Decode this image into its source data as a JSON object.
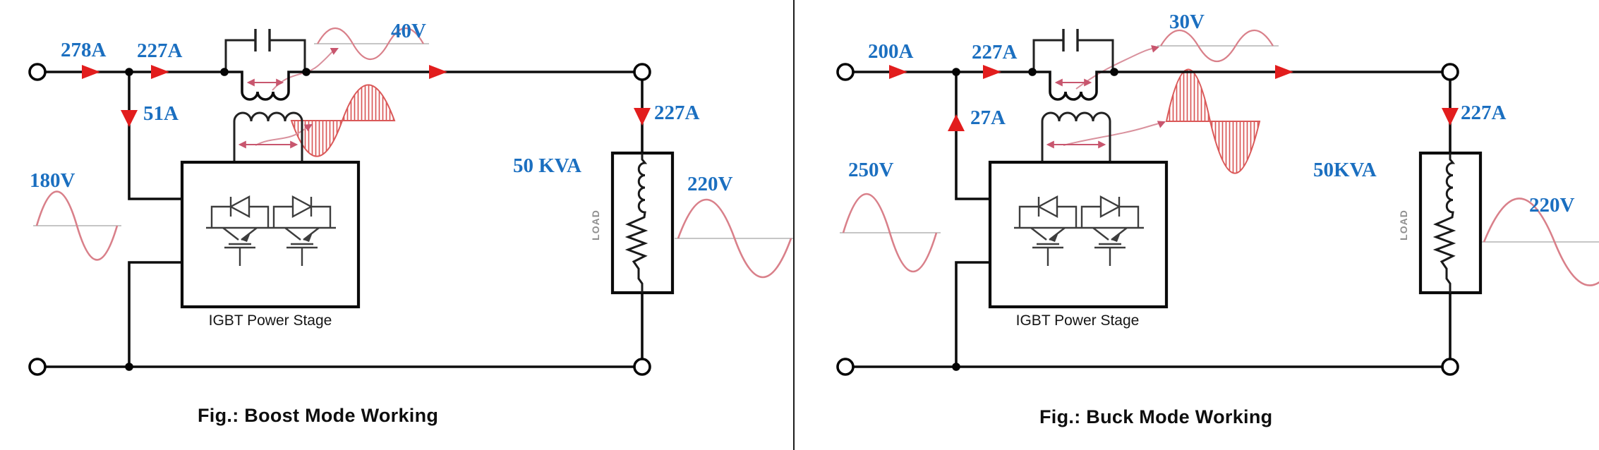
{
  "figures": [
    {
      "mode": "boost",
      "labels": {
        "input_current": "278A",
        "line_current": "227A",
        "injected_voltage": "40V",
        "branch_current": "51A",
        "input_voltage": "180V",
        "load_rating": "50 KVA",
        "load_current": "227A",
        "output_voltage": "220V",
        "igbt_caption": "IGBT Power Stage",
        "load_label": "LOAD",
        "caption": "Fig.: Boost Mode Working"
      }
    },
    {
      "mode": "buck",
      "labels": {
        "input_current": "200A",
        "line_current": "227A",
        "injected_voltage": "30V",
        "branch_current": "27A",
        "input_voltage": "250V",
        "load_rating": "50KVA",
        "load_current": "227A",
        "output_voltage": "220V",
        "igbt_caption": "IGBT Power Stage",
        "load_label": "LOAD",
        "caption": "Fig.: Buck Mode Working"
      }
    }
  ],
  "colors": {
    "label_blue": "#1b6fc0",
    "arrow_red": "#e21d1d",
    "wave_red": "#d9808a",
    "hatch_red": "#da5858",
    "squiggle_red": "#d9919d",
    "measure_red": "#c8566e",
    "wire_black": "#0d0d0d",
    "symbol_gray": "#3d3d3d",
    "centerline_gray": "#b3b3b3",
    "load_text_gray": "#8f8f8f"
  }
}
